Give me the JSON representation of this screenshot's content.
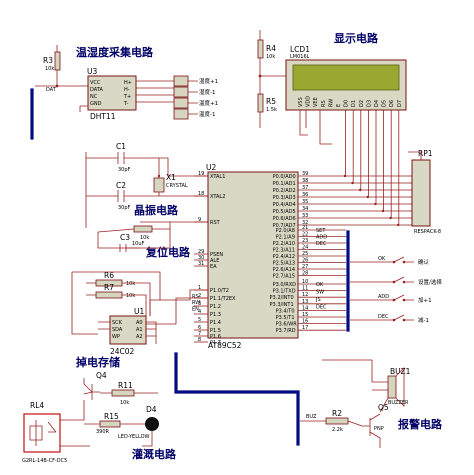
{
  "titles": {
    "sensor": "温湿度采集电路",
    "display": "显示电路",
    "crystal": "晶振电路",
    "reset": "复位电路",
    "storage": "掉电存储",
    "irrigation": "灌溉电路",
    "alarm": "报警电路"
  },
  "components": {
    "r3": "R3",
    "r3_val": "10k",
    "u3": "U3",
    "u3_part": "DHT11",
    "dat": "DAT",
    "r4": "R4",
    "r4_val": "10k",
    "r5": "R5",
    "r5_val": "1.5k",
    "lcd": "LCD1",
    "lcd_part": "LM016L",
    "c1": "C1",
    "c1_val": "30pF",
    "c2": "C2",
    "c2_val": "30pF",
    "x1": "X1",
    "x1_part": "CRYSTAL",
    "c3": "C3",
    "c3_val": "10uF",
    "reset_r": "10k",
    "r6": "R6",
    "r6_val": "10k",
    "r7": "R7",
    "r7_val": "10k",
    "u1": "U1",
    "u1_part": "24C02",
    "u2": "U2",
    "u2_part": "AT89C52",
    "rp1": "RP1",
    "rp1_part": "RESPACK-8",
    "q4": "Q4",
    "r11": "R11",
    "r11_val": "10k",
    "rl4": "RL4",
    "rl4_part": "G2RL-14B-CF-DC5",
    "r15": "R15",
    "r15_val": "390R",
    "d4": "D4",
    "d4_part": "LED-YELLOW",
    "buz1": "BUZ1",
    "buz1_part": "BUZZER",
    "q5": "Q5",
    "q5_part": "PNP",
    "r2": "R2",
    "r2_val": "2.2k",
    "buz_net": "BUZ"
  },
  "dht_pins": [
    "VCC",
    "DATA",
    "NC",
    "GND"
  ],
  "dht_outputs": [
    "H+",
    "H-",
    "T+",
    "T-"
  ],
  "sensor_labels": [
    "湿度+1",
    "湿度-1",
    "温度+1",
    "温度-1"
  ],
  "lcd_pins": [
    "VSS",
    "VDD",
    "VEE",
    "RS",
    "RW",
    "E",
    "D0",
    "D1",
    "D2",
    "D3",
    "D4",
    "D5",
    "D6",
    "D7"
  ],
  "u2_left_pins": [
    "XTAL1",
    "XTAL2",
    "RST",
    "PSEN",
    "ALE",
    "EA",
    "P1.0/T2",
    "P1.1/T2EX",
    "P1.2",
    "P1.3",
    "P1.4",
    "P1.5",
    "P1.6",
    "P1.7"
  ],
  "u2_left_nums": [
    "19",
    "18",
    "9",
    "29",
    "30",
    "31",
    "1",
    "2",
    "3",
    "4",
    "5",
    "6",
    "7",
    "8"
  ],
  "u2_right_pins": [
    "P0.0/AD0",
    "P0.1/AD1",
    "P0.2/AD2",
    "P0.3/AD3",
    "P0.4/AD4",
    "P0.5/AD5",
    "P0.6/AD6",
    "P0.7/AD7",
    "P2.0/A8",
    "P2.1/A9",
    "P2.2/A10",
    "P2.3/A11",
    "P2.4/A12",
    "P2.5/A13",
    "P2.6/A14",
    "P2.7/A15",
    "P3.0/RXD",
    "P3.1/TXD",
    "P3.2/INT0",
    "P3.3/INT1",
    "P3.4/T0",
    "P3.5/T1",
    "P3.6/WR",
    "P3.7/RD"
  ],
  "u2_right_nums": [
    "39",
    "38",
    "37",
    "36",
    "35",
    "34",
    "33",
    "32",
    "21",
    "22",
    "23",
    "24",
    "25",
    "26",
    "27",
    "28",
    "10",
    "11",
    "12",
    "13",
    "14",
    "15",
    "16",
    "17"
  ],
  "port2_nets": [
    "SET",
    "ADD",
    "DEC"
  ],
  "port3_nets": [
    "OK",
    "SW",
    "JS",
    "DEC"
  ],
  "port1_nets": [
    "RS",
    "RW",
    "EN"
  ],
  "u1_pins": [
    "SCK",
    "SDA",
    "WP",
    "A0",
    "A1",
    "A2"
  ],
  "u1_nums": [
    "6",
    "5",
    "7",
    "1",
    "2",
    "3"
  ],
  "key_nets": [
    "OK",
    "ADD",
    "DEC"
  ],
  "key_labels": [
    "确认",
    "设置/选择",
    "加+1",
    "减-1"
  ]
}
